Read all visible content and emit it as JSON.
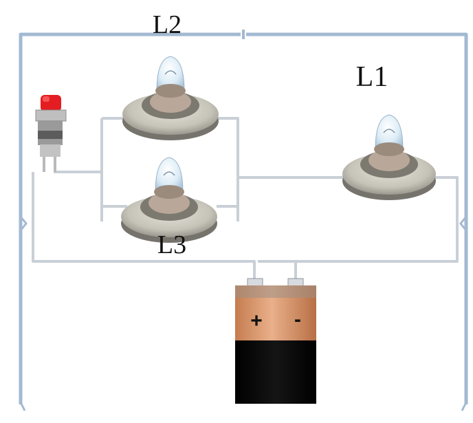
{
  "diagram": {
    "labels": {
      "l2": "L2",
      "l1": "L1",
      "l3": "L3"
    },
    "battery": {
      "plus": "+",
      "minus": "-"
    },
    "colors": {
      "wire_outer": "#9eb6cf",
      "wire_inner": "#c9cfd6",
      "lamp_body": "#c9c7bd",
      "lamp_shadow": "#6f6d66",
      "bulb_glass": "#e7f3fb",
      "battery_top": "#dca27c",
      "battery_bottom": "#070707",
      "switch_red": "#e31d21"
    },
    "components": [
      {
        "id": "lamp-l2",
        "kind": "lamp",
        "name": "L2"
      },
      {
        "id": "lamp-l3",
        "kind": "lamp",
        "name": "L3"
      },
      {
        "id": "lamp-l1",
        "kind": "lamp",
        "name": "L1"
      },
      {
        "id": "switch",
        "kind": "push-button-switch"
      },
      {
        "id": "battery",
        "kind": "battery"
      }
    ]
  }
}
